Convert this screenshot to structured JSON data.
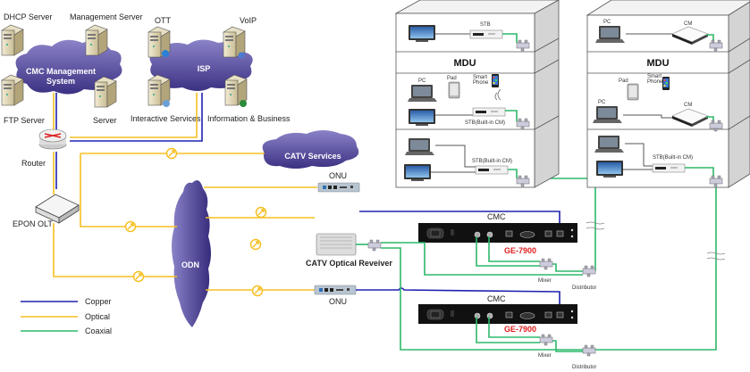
{
  "colors": {
    "copper": "#2020b0",
    "optical": "#f5bf22",
    "coaxial": "#2db86a",
    "cloud": "#4a3f8f",
    "model_red": "#e02020"
  },
  "servers": {
    "dhcp": "DHCP Server",
    "management": "Management Server",
    "ftp": "FTP Server",
    "server": "Server",
    "ott": "OTT",
    "voip": "VoIP",
    "interactive": "Interactive  Services",
    "info_business": "Information & Business"
  },
  "clouds": {
    "cmc_mgmt_line1": "CMC Management",
    "cmc_mgmt_line2": "System",
    "isp": "ISP",
    "catv": "CATV Services",
    "odn": "ODN"
  },
  "devices": {
    "router": "Router",
    "epon_olt": "EPON OLT",
    "onu_top": "ONU",
    "onu_bottom": "ONU",
    "catv_receiver": "CATV Optical Reveiver",
    "cmc_top_title": "CMC",
    "cmc_top_model": "GE-7900",
    "cmc_bottom_title": "CMC",
    "cmc_bottom_model": "GE-7900",
    "mixer_top": "Mixer",
    "distributor_top": "Distributor",
    "mixer_bottom": "Mixer",
    "distributor_bottom": "Distributor"
  },
  "mdu_left": {
    "title": "MDU",
    "floor1": {
      "stb": "STB"
    },
    "floor2": {
      "pc": "PC",
      "pad": "Pad",
      "phone": "Smart\nPhone",
      "stb": "STB(Built-in CM)"
    },
    "floor3": {
      "stb": "STB(Built-in CM)"
    }
  },
  "mdu_right": {
    "title": "MDU",
    "floor1": {
      "pc": "PC",
      "cm": "CM"
    },
    "floor2": {
      "pad": "Pad",
      "phone": "Smart\nPhone",
      "pc": "PC",
      "cm": "CM"
    },
    "floor3": {
      "stb": "STB(Built-in CM)"
    }
  },
  "legend": [
    {
      "label": "Copper",
      "type": "copper"
    },
    {
      "label": "Optical",
      "type": "optical"
    },
    {
      "label": "Coaxial",
      "type": "coaxial"
    }
  ]
}
